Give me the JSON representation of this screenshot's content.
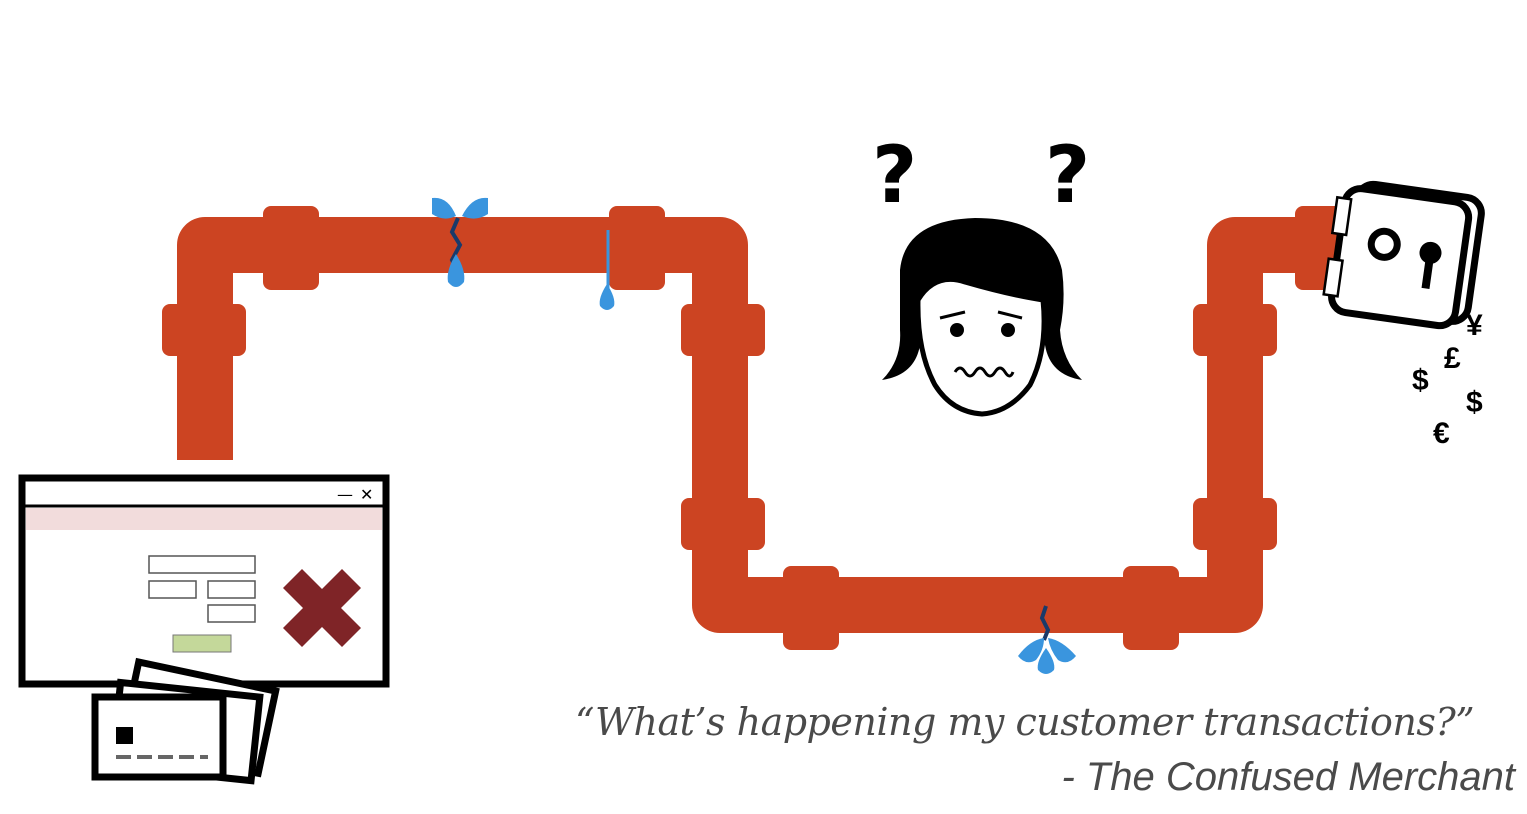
{
  "scene": {
    "pipe_color": "#cc4422",
    "leak_color": "#3a95de",
    "leak_dark_color": "#1a3a6a",
    "error_x_color": "#7f2427",
    "window_header_color": "#f2dcdc",
    "submit_button_color": "#c4d89a"
  },
  "merchant": {
    "question_marks": [
      "?",
      "?"
    ],
    "emotion": "confused"
  },
  "window": {
    "minimize_glyph": "—",
    "close_glyph": "✕"
  },
  "money_symbols": [
    "¥",
    "£",
    "$",
    "$",
    "€"
  ],
  "quote": {
    "text": "“What’s happening my customer transactions?”",
    "attribution": "- The Confused Merchant"
  }
}
